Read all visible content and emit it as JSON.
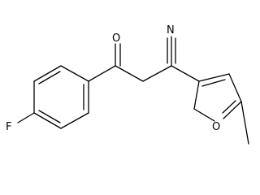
{
  "molecule": {
    "atoms": {
      "fluorine": "F",
      "carbonyl_oxygen": "O",
      "nitrile_nitrogen": "N",
      "furan_oxygen": "O"
    }
  }
}
